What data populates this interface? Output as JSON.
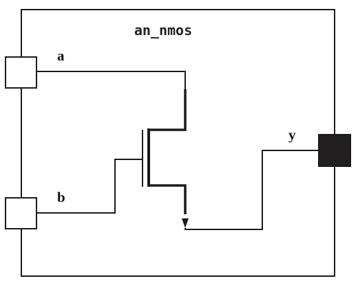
{
  "module": {
    "name": "an_nmos"
  },
  "ports": {
    "a": {
      "label": "a",
      "direction": "input",
      "fill": "#ffffff"
    },
    "b": {
      "label": "b",
      "direction": "input",
      "fill": "#ffffff"
    },
    "y": {
      "label": "y",
      "direction": "output",
      "fill": "#231f20"
    }
  },
  "device": {
    "type": "nmos transistor"
  },
  "colors": {
    "line": "#1a1a1a",
    "background": "#ffffff"
  }
}
